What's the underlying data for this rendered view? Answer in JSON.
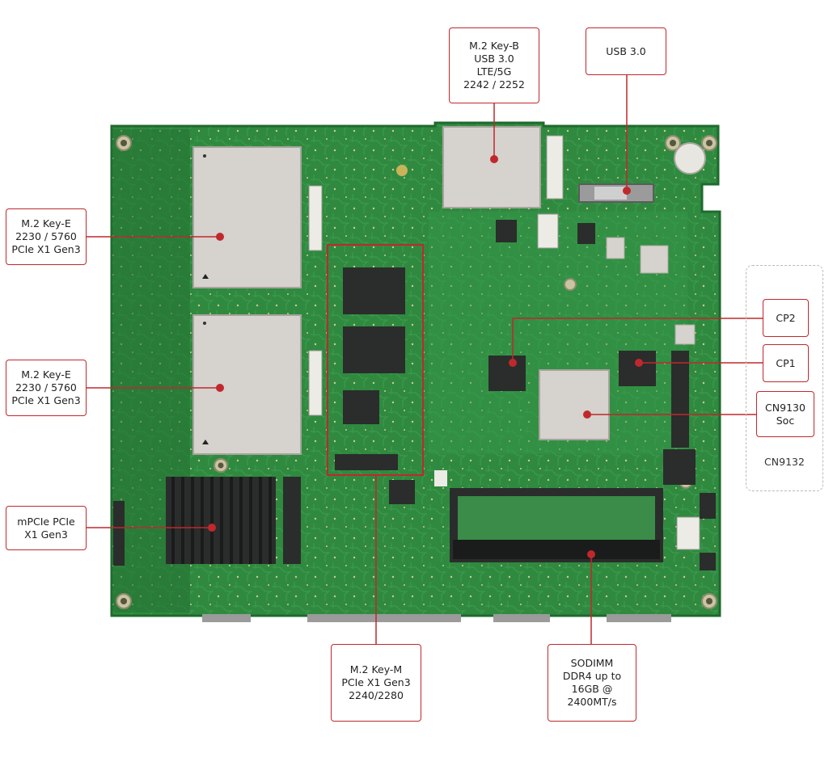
{
  "colors": {
    "accent": "#c0282d",
    "pcb": "#2f8a3f",
    "pcb_dark": "#1e6b2e",
    "shield": "#d6d2cd",
    "chip": "#2a2d2b",
    "heatsink": "#2b2d2c"
  },
  "callouts": {
    "m2_key_b": [
      "M.2 Key-B",
      "USB 3.0",
      "LTE/5G",
      "2242 / 2252"
    ],
    "usb30": [
      "USB 3.0"
    ],
    "m2_key_e_top": [
      "M.2 Key-E",
      "2230 / 5760",
      "PCIe X1 Gen3"
    ],
    "m2_key_e_mid": [
      "M.2 Key-E",
      "2230 / 5760",
      "PCIe X1 Gen3"
    ],
    "mpcie": [
      "mPCIe PCIe",
      "X1 Gen3"
    ],
    "cp2": [
      "CP2"
    ],
    "cp1": [
      "CP1"
    ],
    "cn9130": [
      "CN9130",
      "Soc"
    ],
    "m2_key_m": [
      "M.2 Key-M",
      "PCIe X1 Gen3",
      "2240/2280"
    ],
    "sodimm": [
      "SODIMM",
      "DDR4 up to",
      "16GB @",
      "2400MT/s"
    ]
  },
  "variant": {
    "label": "CN9132"
  }
}
